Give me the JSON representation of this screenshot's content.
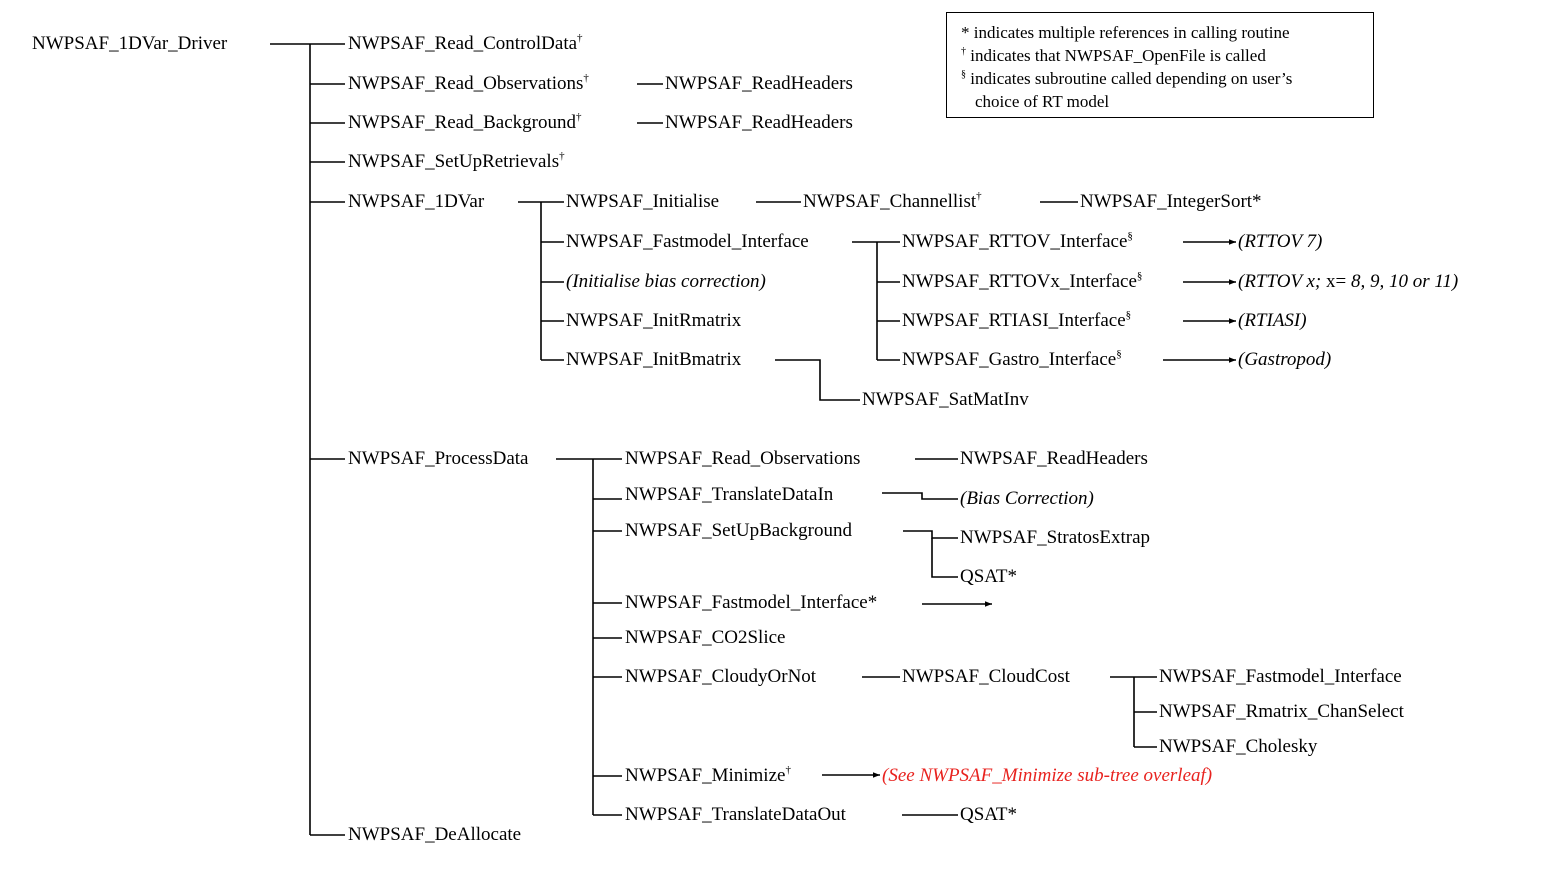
{
  "legend": {
    "line1": "* indicates multiple references in calling routine",
    "line2_mark": "†",
    "line2": " indicates that NWPSAF_OpenFile is called",
    "line3_mark": "§",
    "line3": " indicates subroutine called depending on user’s",
    "line4": "choice of RT model"
  },
  "nodes": {
    "driver": "NWPSAF_1DVar_Driver",
    "read_controldata": "NWPSAF_Read_ControlData",
    "read_observations": "NWPSAF_Read_Observations",
    "readheaders_1": "NWPSAF_ReadHeaders",
    "read_background": "NWPSAF_Read_Background",
    "readheaders_2": "NWPSAF_ReadHeaders",
    "setupretrievals": "NWPSAF_SetUpRetrievals",
    "onedvar": "NWPSAF_1DVar",
    "initialise": "NWPSAF_Initialise",
    "channellist": "NWPSAF_Channellist",
    "integersort": "NWPSAF_IntegerSort*",
    "fastmodel_interface": "NWPSAF_Fastmodel_Interface",
    "rttov_interface": "NWPSAF_RTTOV_Interface",
    "rttov7": "(RTTOV 7)",
    "init_bias": "(Initialise bias correction)",
    "rttovx_interface": "NWPSAF_RTTOVx_Interface",
    "rttovx": "(RTTOV x;",
    "rttovx_eq": "x=",
    "rttovx_tail": "8, 9, 10 or 11)",
    "initrmatrix": "NWPSAF_InitRmatrix",
    "rtiasi_interface": "NWPSAF_RTIASI_Interface",
    "rtiasi": "(RTIASI)",
    "initbmatrix": "NWPSAF_InitBmatrix",
    "gastro_interface": "NWPSAF_Gastro_Interface",
    "gastropod": "(Gastropod)",
    "satmatinv": "NWPSAF_SatMatInv",
    "processdata": "NWPSAF_ProcessData",
    "pd_read_observations": "NWPSAF_Read_Observations",
    "readheaders_3": "NWPSAF_ReadHeaders",
    "translatedatain": "NWPSAF_TranslateDataIn",
    "bias_correction": "(Bias Correction)",
    "setupbackground": "NWPSAF_SetUpBackground",
    "stratosextrap": "NWPSAF_StratosExtrap",
    "qsat_1": "QSAT*",
    "fastmodel_interface_ref": "NWPSAF_Fastmodel_Interface*",
    "co2slice": "NWPSAF_CO2Slice",
    "cloudyornot": "NWPSAF_CloudyOrNot",
    "cloudcost": "NWPSAF_CloudCost",
    "cc_fastmodel_interface": "NWPSAF_Fastmodel_Interface",
    "rmatrix_chanselect": "NWPSAF_Rmatrix_ChanSelect",
    "cholesky": "NWPSAF_Cholesky",
    "minimize": "NWPSAF_Minimize",
    "minimize_note": "(See NWPSAF_Minimize sub-tree overleaf)",
    "translatedataout": "NWPSAF_TranslateDataOut",
    "qsat_2": "QSAT*",
    "deallocate": "NWPSAF_DeAllocate"
  },
  "marks": {
    "dagger": "†",
    "section": "§"
  },
  "colors": {
    "line": "#000000",
    "note": "#e8231f"
  }
}
